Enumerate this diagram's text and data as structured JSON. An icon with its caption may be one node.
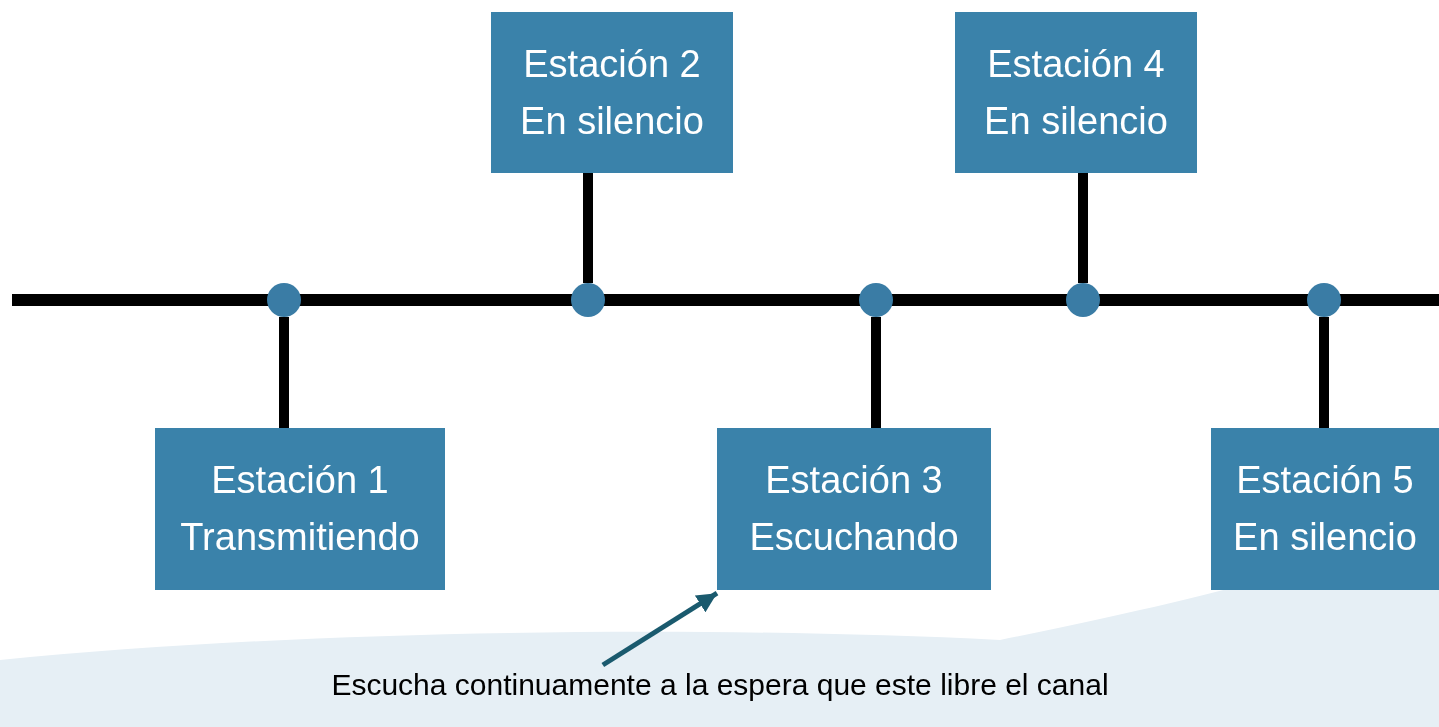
{
  "diagram": {
    "nodes": [
      {
        "text": [
          "Estación 1",
          "Transmitiendo"
        ]
      },
      {
        "text": [
          "Estación 2",
          "En silencio"
        ]
      },
      {
        "text": [
          "Estación 3",
          "Escuchando"
        ]
      },
      {
        "text": [
          "Estación 4",
          "En silencio"
        ]
      },
      {
        "text": [
          "Estación 5",
          "En silencio"
        ]
      },
      {
        "text": [],
        "shape": "bar"
      },
      {
        "text": [],
        "shape": "circle"
      },
      {
        "text": [],
        "shape": "circle"
      },
      {
        "text": [],
        "shape": "circle"
      },
      {
        "text": [],
        "shape": "circle"
      },
      {
        "text": [],
        "shape": "circle"
      },
      {
        "text": [
          "Escucha continuamente a la espera que este libre el canal"
        ]
      }
    ],
    "edges": [
      {
        "from": 0,
        "to": 6,
        "arrow": "none"
      },
      {
        "from": 1,
        "to": 7,
        "arrow": "none"
      },
      {
        "from": 2,
        "to": 8,
        "arrow": "none"
      },
      {
        "from": 3,
        "to": 9,
        "arrow": "none"
      },
      {
        "from": 4,
        "to": 10,
        "arrow": "none"
      },
      {
        "from": 11,
        "to": 2,
        "arrow": "to",
        "color": "#1a5a6e"
      }
    ]
  }
}
